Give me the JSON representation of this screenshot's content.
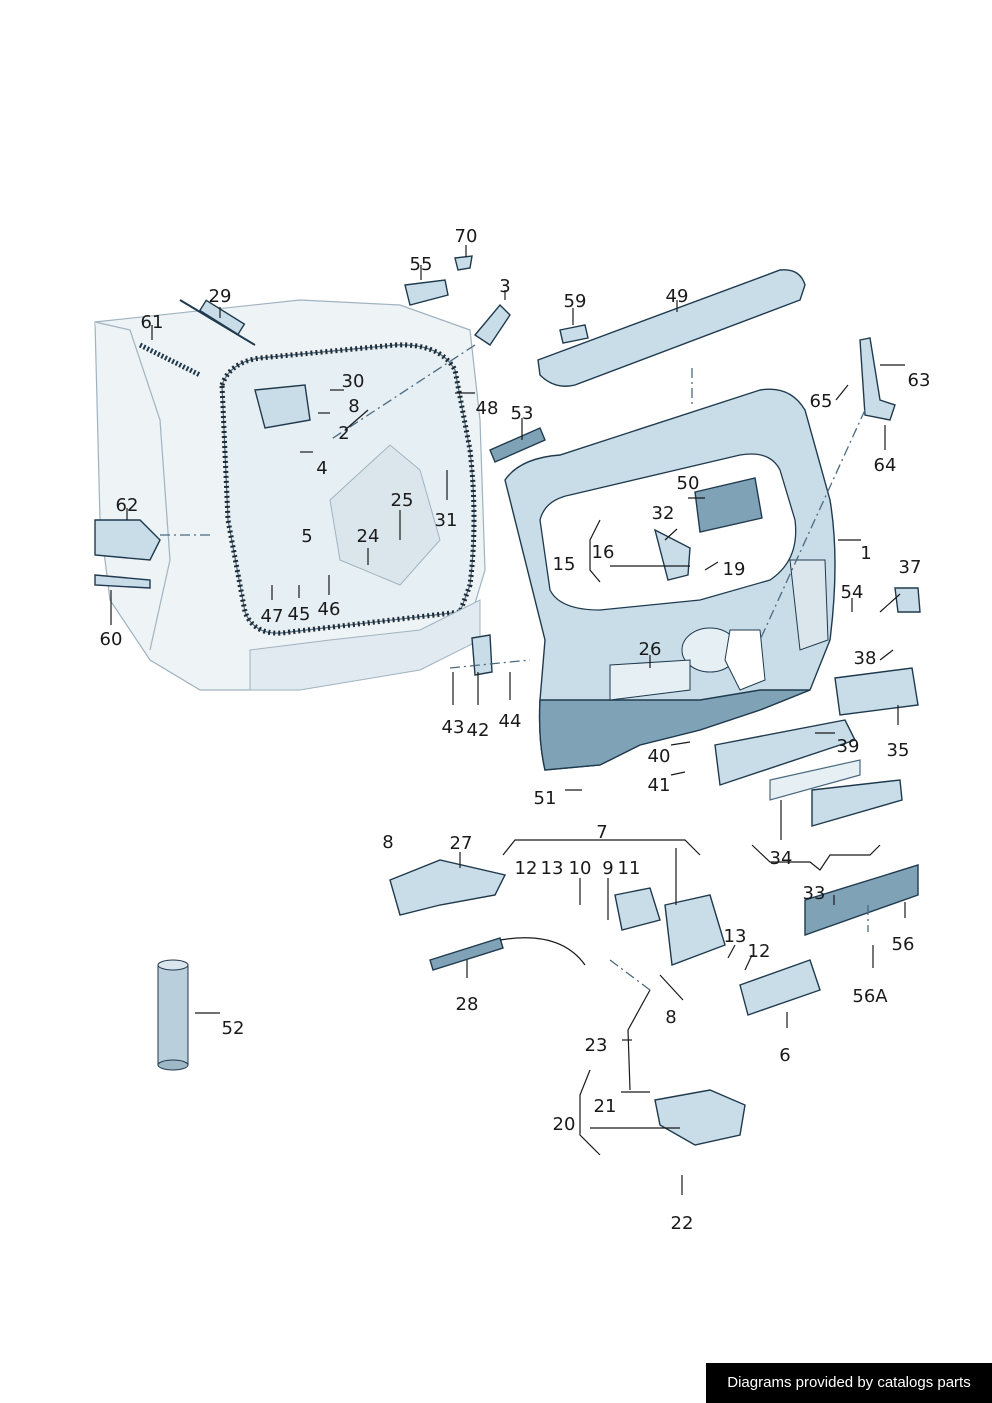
{
  "labels": {
    "l1": "1",
    "l2": "2",
    "l3": "3",
    "l4": "4",
    "l5": "5",
    "l6": "6",
    "l7": "7",
    "l8a": "8",
    "l8b": "8",
    "l8c": "8",
    "l9": "9",
    "l10": "10",
    "l11": "11",
    "l12a": "12",
    "l12b": "12",
    "l13a": "13",
    "l13b": "13",
    "l15": "15",
    "l16": "16",
    "l19": "19",
    "l20": "20",
    "l21": "21",
    "l22": "22",
    "l23": "23",
    "l24": "24",
    "l25": "25",
    "l26": "26",
    "l27": "27",
    "l28": "28",
    "l29": "29",
    "l30": "30",
    "l31": "31",
    "l32": "32",
    "l33": "33",
    "l34": "34",
    "l35": "35",
    "l37": "37",
    "l38": "38",
    "l39": "39",
    "l40": "40",
    "l41": "41",
    "l42": "42",
    "l43": "43",
    "l44": "44",
    "l45": "45",
    "l46": "46",
    "l47": "47",
    "l48": "48",
    "l49": "49",
    "l50": "50",
    "l51": "51",
    "l52": "52",
    "l53": "53",
    "l54": "54",
    "l55": "55",
    "l56": "56",
    "l56a": "56A",
    "l59": "59",
    "l60": "60",
    "l61": "61",
    "l62": "62",
    "l63": "63",
    "l64": "64",
    "l65": "65",
    "l70": "70"
  },
  "footer": {
    "text": "Diagrams provided by catalogs parts"
  },
  "colors": {
    "part_fill": "#c9dde8",
    "part_stroke": "#1f3a4e",
    "accent": "#7fa2b6",
    "footer_bg": "#000000"
  }
}
